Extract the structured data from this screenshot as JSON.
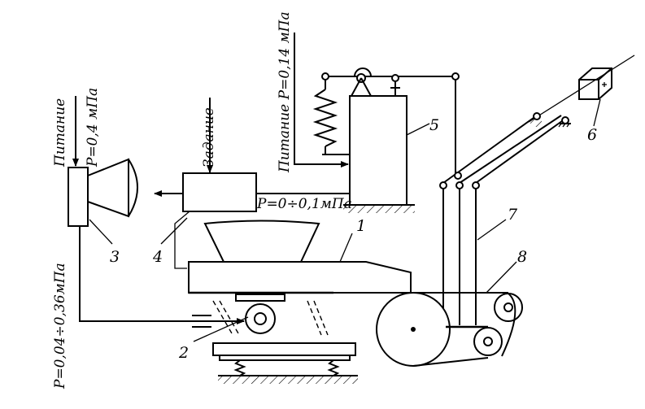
{
  "labels": {
    "supply_left": "Питание",
    "pressure_left": "P=0,4 мПа",
    "setpoint": "Задание",
    "supply_right": "Питание P=0,14 мПа",
    "pressure_out": "P=0÷0,1мПа",
    "pressure_range": "P=0,04÷0,36мПа"
  },
  "numbers": {
    "n1": "1",
    "n2": "2",
    "n3": "3",
    "n4": "4",
    "n5": "5",
    "n6": "6",
    "n7": "7",
    "n8": "8"
  }
}
